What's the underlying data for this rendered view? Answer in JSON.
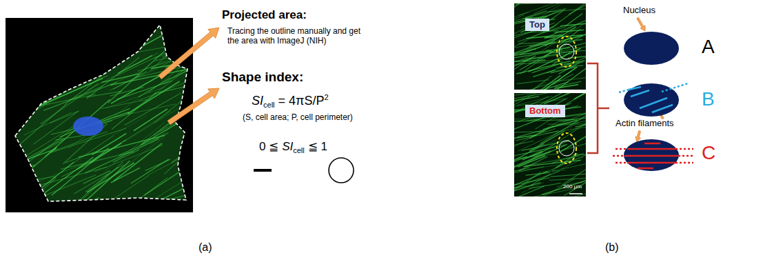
{
  "diagram": {
    "nodes": [
      {
        "text": [
          "Top"
        ]
      },
      {
        "text": [
          "Bottom"
        ]
      }
    ],
    "labels": [
      "Projected area:",
      "Tracing the outline manually and get the area with ImageJ (NIH)",
      "Shape index:",
      "SI",
      "cell",
      "= 4πS/P",
      "2",
      "(S, cell area; P, cell perimeter)",
      "0 ≦",
      "SI",
      "cell",
      "≦ 1",
      "(a)",
      "Nucleus",
      "A",
      "B",
      "Actin filaments",
      "C",
      "200 μm",
      "(b)"
    ]
  }
}
